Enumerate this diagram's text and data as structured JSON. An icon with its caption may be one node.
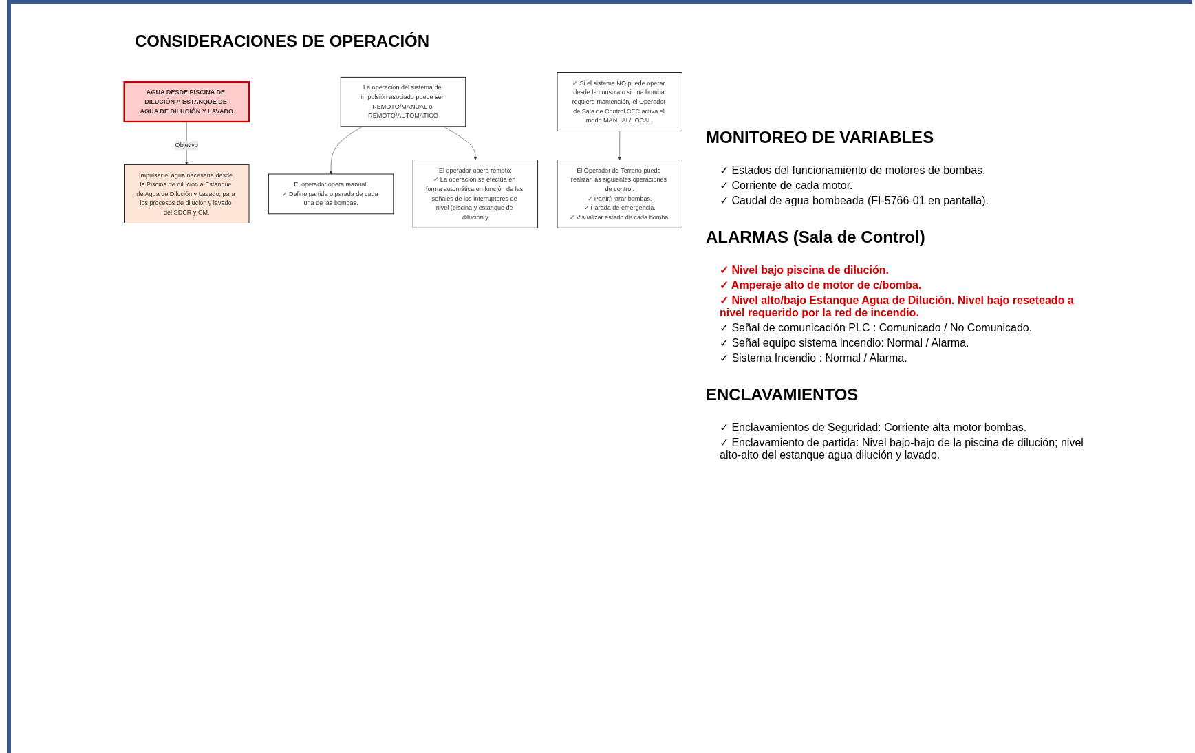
{
  "diagram": {
    "title": "CONSIDERACIONES DE OPERACIÓN",
    "nodes": [
      {
        "text": [
          "AGUA DESDE PISCINA DE DILUCIÓN A ESTANQUE DE AGUA DE DILUCIÓN Y LAVADO"
        ]
      },
      {
        "text": [
          "Impulsar el agua necesaria desde la Piscina de dilución a Estanque de Agua de Dilución y Lavado, para los procesos de dilución y lavado del SDCR y CM."
        ]
      },
      {
        "text": [
          "La operación del sistema de impulsión asociado puede ser REMOTO/MANUAL o REMOTO/AUTOMATICO"
        ]
      },
      {
        "text": [
          "El operador opera manual:",
          "✓ Define partida o parada de cada una de las bombas."
        ]
      },
      {
        "text": [
          "El operador opera remoto:",
          "✓ La operación se efectúa en forma automática en función de las señales de los interruptores de nivel (piscina y estanque de dilución y"
        ]
      },
      {
        "text": [
          "✓ Si el sistema NO puede operar desde la consola o si una bomba requiere mantención, el Operador de Sala de Control CEC activa el modo MANUAL/LOCAL."
        ]
      },
      {
        "text": [
          "El Operador de Terreno puede realizar las siguientes operaciones de control:",
          "✓ Partir/Parar bombas.",
          "✓ Parada de emergencia.",
          "✓ Visualizar estado de cada bomba."
        ]
      }
    ],
    "edges": [
      {
        "from": 0,
        "to": 1,
        "arrow": "to",
        "label": "Objetivo"
      },
      {
        "from": 2,
        "to": 3,
        "arrow": "to"
      },
      {
        "from": 2,
        "to": 4,
        "arrow": "to"
      },
      {
        "from": 5,
        "to": 6,
        "arrow": "to"
      }
    ],
    "labels": [
      "MONITOREO DE VARIABLES",
      "✓ Estados del funcionamiento de motores de bombas.",
      "✓ Corriente de cada motor.",
      "✓ Caudal de agua bombeada (FI-5766-01 en pantalla).",
      "ALARMAS (Sala de Control)",
      "✓ Nivel bajo piscina de dilución.",
      "✓ Amperaje alto de motor de c/bomba.",
      "✓ Nivel alto/bajo Estanque Agua de Dilución. Nivel bajo reseteado a nivel requerido por la red de incendio.",
      "✓ Señal de comunicación PLC : Comunicado / No Comunicado.",
      "✓ Señal equipo sistema incendio: Normal / Alarma.",
      "✓ Sistema Incendio : Normal / Alarma.",
      "ENCLAVAMIENTOS",
      "✓ Enclavamientos de Seguridad: Corriente alta motor bombas.",
      "✓ Enclavamiento de partida: Nivel bajo-bajo de la piscina de dilución; nivel alto-alto del estanque agua dilución y lavado."
    ]
  }
}
